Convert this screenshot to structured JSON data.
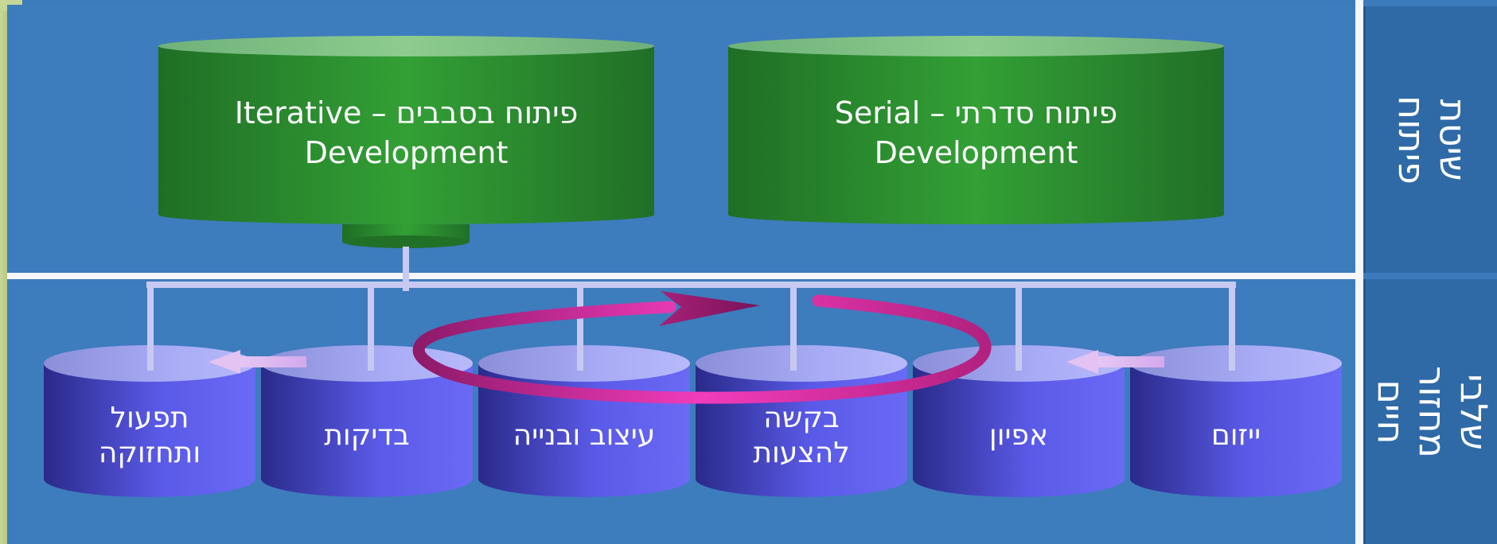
{
  "side_labels": {
    "top": "שיטת פיתוח",
    "bottom": "שלבי מחזור חיים"
  },
  "methods": [
    {
      "id": "iterative",
      "line1": "פיתוח בסבבים –  Iterative",
      "line2": "Development"
    },
    {
      "id": "serial",
      "line1": "פיתוח סדרתי –  Serial",
      "line2": "Development"
    }
  ],
  "phases": [
    {
      "id": "operation",
      "line1": "תפעול",
      "line2": "ותחזוקה"
    },
    {
      "id": "testing",
      "line1": "בדיקות",
      "line2": ""
    },
    {
      "id": "design",
      "line1": "עיצוב ובנייה",
      "line2": ""
    },
    {
      "id": "proposals",
      "line1": "בקשה",
      "line2": "להצעות"
    },
    {
      "id": "spec",
      "line1": "אפיון",
      "line2": ""
    },
    {
      "id": "initiation",
      "line1": "ייזום",
      "line2": ""
    }
  ],
  "colors": {
    "background": "#3d7cbd",
    "method_cylinder": "#2e8b2e",
    "phase_cylinder": "#4a4ad0",
    "loop_arrow": "#e83aa8",
    "connector": "#c7c9f2"
  }
}
